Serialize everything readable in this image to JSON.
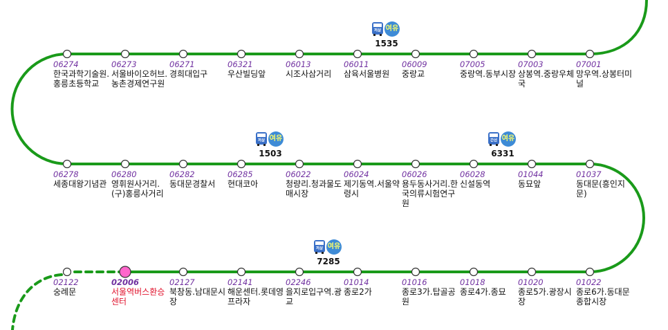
{
  "colors": {
    "line": "#1a9a1a",
    "node_fill": "#ffffff",
    "node_stroke": "#333333",
    "current_fill": "#ff66cc",
    "stop_id": "#7030a0",
    "current_name": "#e0112b",
    "badge_bg": "#3e8bd6",
    "badge_text": "#ffff66",
    "bus_low": "#3a70c8",
    "bus_trunk": "#3a70c8"
  },
  "rows": [
    {
      "stops": [
        {
          "id": "06274",
          "name": "한국과학기술원.홍릉초등학교"
        },
        {
          "id": "06273",
          "name": "서울바이오허브.농촌경제연구원"
        },
        {
          "id": "06271",
          "name": "경희대입구"
        },
        {
          "id": "06321",
          "name": "우산빌딩앞"
        },
        {
          "id": "06013",
          "name": "시조사삼거리"
        },
        {
          "id": "06011",
          "name": "삼육서울병원"
        },
        {
          "id": "06009",
          "name": "중랑교"
        },
        {
          "id": "07005",
          "name": "중랑역.동부시장"
        },
        {
          "id": "07003",
          "name": "상봉역.중랑우체국"
        },
        {
          "id": "07001",
          "name": "망우역.상봉터미널"
        }
      ]
    },
    {
      "stops": [
        {
          "id": "06278",
          "name": "세종대왕기념관"
        },
        {
          "id": "06280",
          "name": "영휘원사거리.(구)홍릉사거리"
        },
        {
          "id": "06282",
          "name": "동대문경찰서"
        },
        {
          "id": "06285",
          "name": "현대코아"
        },
        {
          "id": "06022",
          "name": "청량리.청과물도매시장"
        },
        {
          "id": "06024",
          "name": "제기동역.서울약령시"
        },
        {
          "id": "06026",
          "name": "용두동사거리.한국의류시험연구원"
        },
        {
          "id": "06028",
          "name": "신설동역"
        },
        {
          "id": "01044",
          "name": "동묘앞"
        },
        {
          "id": "01037",
          "name": "동대문(흥인지문)"
        }
      ]
    },
    {
      "stops": [
        {
          "id": "02122",
          "name": "숭례문"
        },
        {
          "id": "02006",
          "name": "서울역버스환승센터",
          "current": true
        },
        {
          "id": "02127",
          "name": "북창동.남대문시장"
        },
        {
          "id": "02141",
          "name": "해운센터.롯데영프라자"
        },
        {
          "id": "02246",
          "name": "을지로입구역.광교"
        },
        {
          "id": "01014",
          "name": "종로2가"
        },
        {
          "id": "01016",
          "name": "종로3가.탑골공원"
        },
        {
          "id": "01018",
          "name": "종로4가.종묘"
        },
        {
          "id": "01020",
          "name": "종로5가.광장시장"
        },
        {
          "id": "01022",
          "name": "종로6가.동대문종합시장"
        }
      ]
    }
  ],
  "buses": [
    {
      "number": "1535",
      "type_label": "저상",
      "seat_label": "여유",
      "row": 0,
      "slot": 5.5
    },
    {
      "number": "1503",
      "type_label": "저상",
      "seat_label": "여유",
      "row": 1,
      "slot": 3.5
    },
    {
      "number": "6331",
      "type_label": "간선",
      "seat_label": "여유",
      "row": 1,
      "slot": 7.5
    },
    {
      "number": "7285",
      "type_label": "저상",
      "seat_label": "여유",
      "row": 2,
      "slot": 4.5
    }
  ]
}
